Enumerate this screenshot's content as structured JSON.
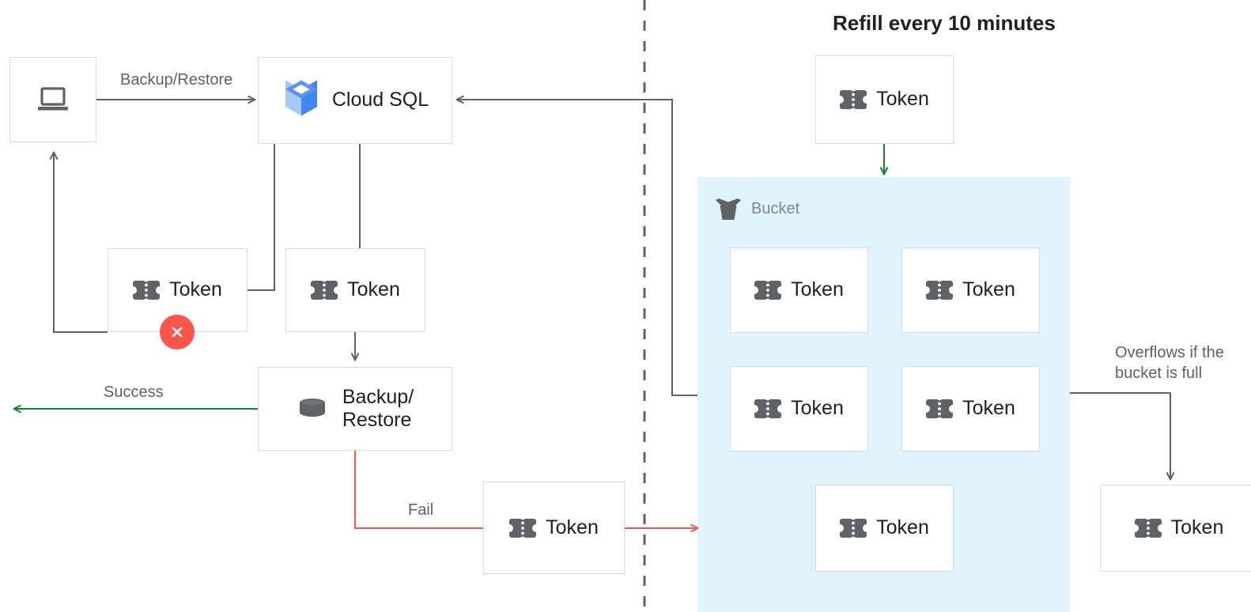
{
  "title": "Refill every 10 minutes",
  "colors": {
    "node_border": "#dadce0",
    "node_bg": "#ffffff",
    "bucket_bg": "#e1f3fd",
    "edge_default": "#5f6368",
    "edge_success": "#188038",
    "edge_fail": "#f9554a",
    "badge_error": "#f9554a",
    "text_primary": "#202124",
    "text_secondary": "#5f6368",
    "cloudsql_blue": "#4285f4",
    "cloudsql_blue_light": "#a8c7fa",
    "icon_grey": "#5f6368"
  },
  "nodes": {
    "client": {
      "label": "",
      "icon": "laptop-icon"
    },
    "cloud_sql": {
      "label": "Cloud SQL",
      "icon": "cloud-sql-icon"
    },
    "token_failed": {
      "label": "Token",
      "icon": "token-icon",
      "badge": "×"
    },
    "token_attempt": {
      "label": "Token",
      "icon": "token-icon"
    },
    "backup_restore": {
      "label": "Backup/\nRestore",
      "icon": "database-icon"
    },
    "token_fail_path": {
      "label": "Token",
      "icon": "token-icon"
    },
    "token_refill": {
      "label": "Token",
      "icon": "token-icon"
    },
    "token_overflow": {
      "label": "Token",
      "icon": "token-icon"
    }
  },
  "bucket": {
    "label": "Bucket",
    "icon": "bucket-icon",
    "tokens": [
      {
        "label": "Token"
      },
      {
        "label": "Token"
      },
      {
        "label": "Token"
      },
      {
        "label": "Token"
      },
      {
        "label": "Token"
      }
    ]
  },
  "edges": {
    "backup_restore": "Backup/Restore",
    "success": "Success",
    "fail": "Fail",
    "overflow": "Overflows if the\nbucket is full"
  }
}
